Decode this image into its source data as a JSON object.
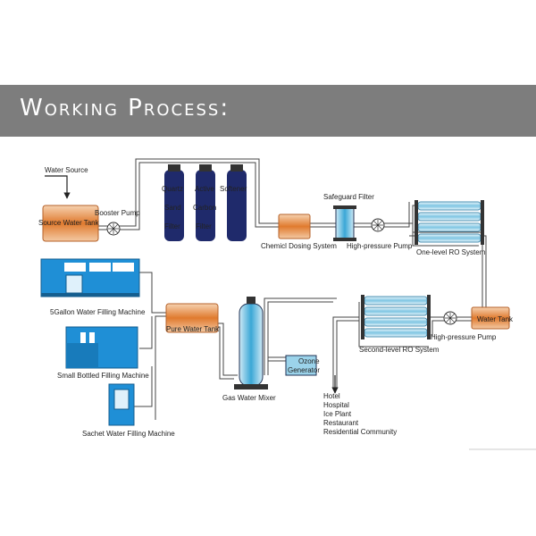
{
  "header": {
    "title": "Working Process:"
  },
  "labels": {
    "water_source": "Water Source",
    "source_tank": "Source Water Tank",
    "booster_pump": "Booster Pump",
    "quartz": "Quartz",
    "sand": "Sand",
    "filter1": "Filter",
    "active": "Active",
    "carbon": "Carbon",
    "filter2": "Filter",
    "softener": "Softener",
    "safeguard": "Safeguard Filter",
    "chemical": "Chemicl Dosing System",
    "hp_pump1": "High-pressure Pump",
    "ro1": "One-level RO System",
    "gallon": "5Gallon Water Filling Machine",
    "pure_tank": "Pure Water Tank",
    "water_tank": "Water Tank",
    "ro2": "Second-level RO System",
    "hp_pump2": "High-pressure Pump",
    "small_bottled": "Small Bottled Filling Machine",
    "ozone1": "Ozone",
    "ozone2": "Generator",
    "gas_mixer": "Gas Water Mixer",
    "sachet": "Sachet Water Filling Machine",
    "destinations": [
      "Hotel",
      "Hospital",
      "Ice Plant",
      "Restaurant",
      "Residential Community"
    ]
  },
  "colors": {
    "banner": "#7d7d7d",
    "tank": "#e07a2e",
    "filter": "#1f2a6b",
    "machine": "#1f8fd6",
    "ro": "#9bd3ea"
  }
}
